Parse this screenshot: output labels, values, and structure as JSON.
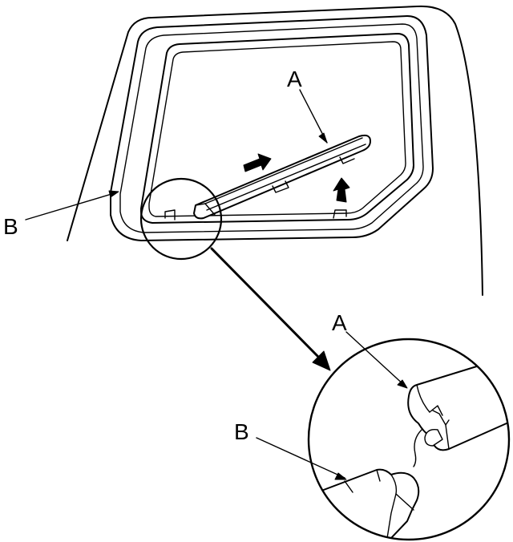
{
  "labels": {
    "main_a": "A",
    "main_b": "B",
    "detail_a": "A",
    "detail_b": "B"
  },
  "colors": {
    "line": "#000000",
    "background": "#ffffff"
  }
}
